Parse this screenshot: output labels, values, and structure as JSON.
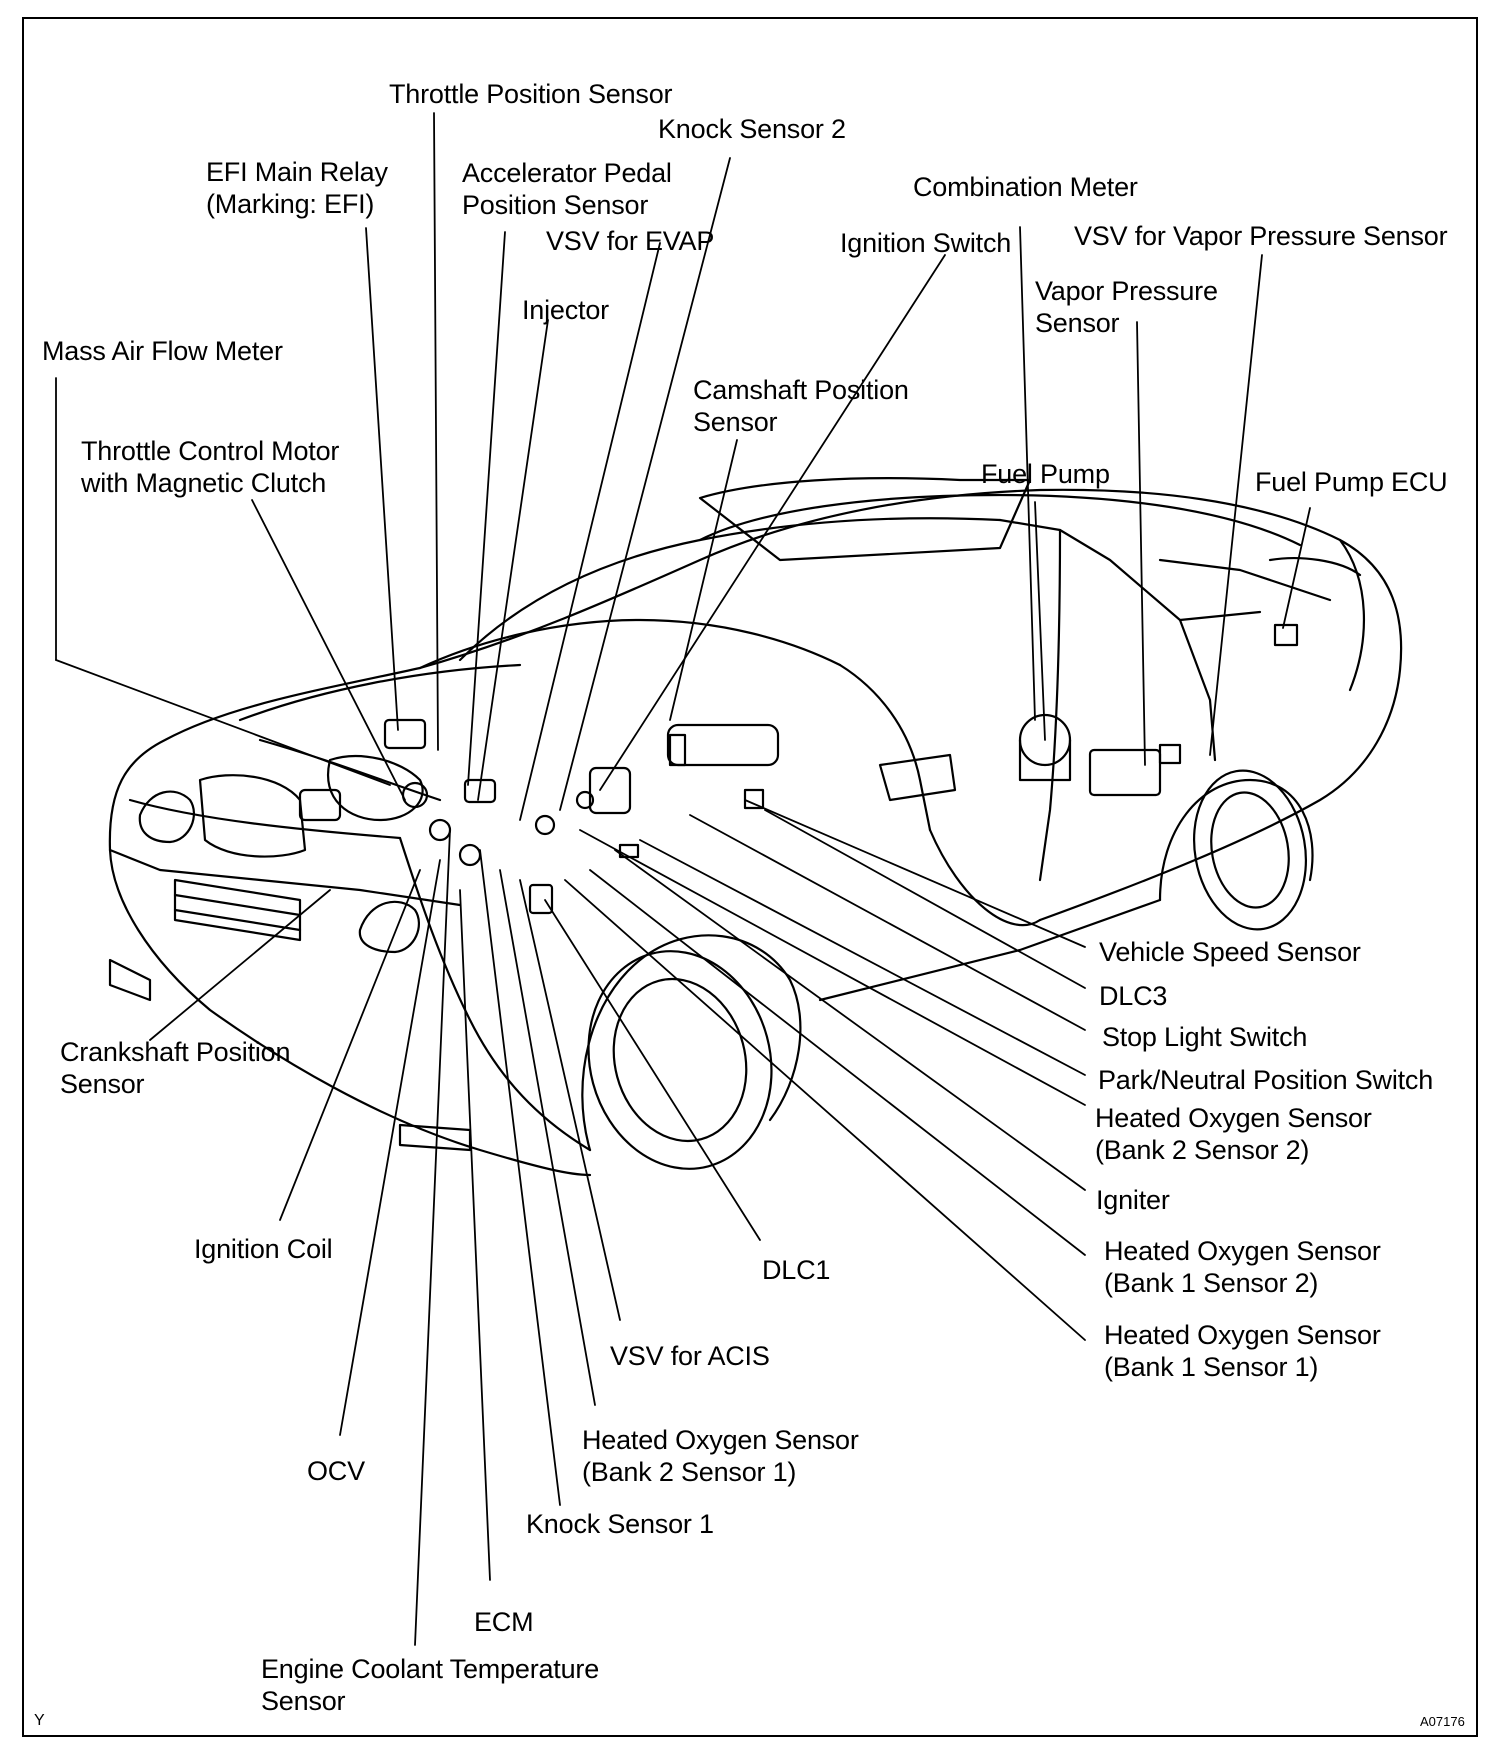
{
  "corner": {
    "left_mark": "Y",
    "figure_id": "A07176"
  },
  "labels": {
    "throttle_position_sensor": "Throttle Position Sensor",
    "knock_sensor_2": "Knock Sensor 2",
    "efi_main_relay_1": "EFI Main Relay",
    "efi_main_relay_2": "(Marking: EFI)",
    "accelerator_pedal_1": "Accelerator  Pedal",
    "accelerator_pedal_2": "Position Sensor",
    "vsv_evap": "VSV for EVAP",
    "combination_meter": "Combination Meter",
    "ignition_switch": "Ignition Switch",
    "vsv_vapor_pressure": "VSV for Vapor Pressure Sensor",
    "vapor_pressure_1": "Vapor  Pressure",
    "vapor_pressure_2": "Sensor",
    "injector": "Injector",
    "mass_air_flow_meter": "Mass Air Flow Meter",
    "camshaft_1": "Camshaft Position",
    "camshaft_2": "Sensor",
    "throttle_control_1": "Throttle  Control Motor",
    "throttle_control_2": "with Magnetic Clutch",
    "fuel_pump": "Fuel Pump",
    "fuel_pump_ecu": "Fuel Pump ECU",
    "vehicle_speed_sensor": "Vehicle Speed Sensor",
    "dlc3": "DLC3",
    "stop_light_switch": "Stop Light Switch",
    "park_neutral": "Park/Neutral Position Switch",
    "ho2s_b2s2_1": "Heated Oxygen Sensor",
    "ho2s_b2s2_2": "(Bank 2 Sensor 2)",
    "igniter": "Igniter",
    "ho2s_b1s2_1": "Heated Oxygen Sensor",
    "ho2s_b1s2_2": "(Bank 1 Sensor 2)",
    "ho2s_b1s1_1": "Heated Oxygen Sensor",
    "ho2s_b1s1_2": "(Bank 1 Sensor 1)",
    "crankshaft_1": "Crankshaft  Position",
    "crankshaft_2": "Sensor",
    "ignition_coil": "Ignition Coil",
    "dlc1": "DLC1",
    "vsv_acis": "VSV for ACIS",
    "ho2s_b2s1_1": "Heated Oxygen Sensor",
    "ho2s_b2s1_2": "(Bank 2 Sensor 1)",
    "ocv": "OCV",
    "knock_sensor_1": "Knock Sensor 1",
    "ecm": "ECM",
    "ect_1": "Engine Coolant Temperature",
    "ect_2": "Sensor"
  }
}
